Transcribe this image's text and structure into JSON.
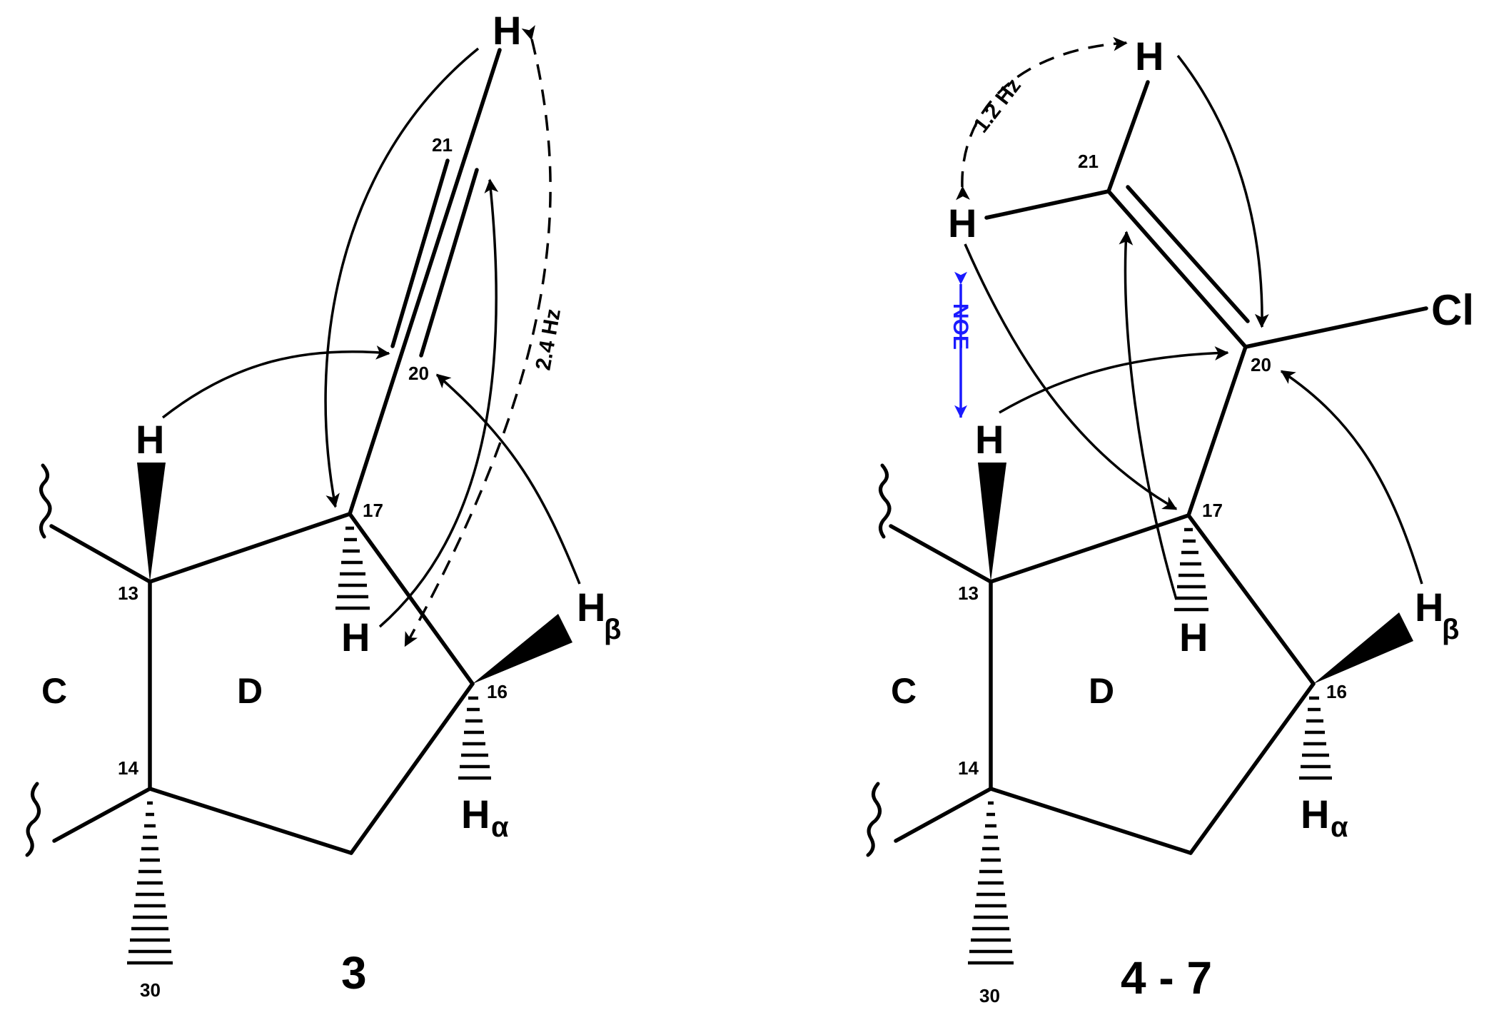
{
  "left_structure": {
    "compound_label": "3",
    "ring_labels": {
      "c": "C",
      "d": "D"
    },
    "atom_numbers": {
      "c13": "13",
      "c14": "14",
      "c16": "16",
      "c17": "17",
      "c20": "20",
      "c21": "21",
      "c30": "30"
    },
    "hydrogens": {
      "h_top": "H",
      "h13": "H",
      "h17": "H",
      "h_beta": "H",
      "h_beta_sub": "β",
      "h_alpha": "H",
      "h_alpha_sub": "α"
    },
    "coupling_label": "2.4 Hz"
  },
  "right_structure": {
    "compound_label": "4 - 7",
    "ring_labels": {
      "c": "C",
      "d": "D"
    },
    "atom_numbers": {
      "c13": "13",
      "c14": "14",
      "c16": "16",
      "c17": "17",
      "c20": "20",
      "c21": "21",
      "c30": "30"
    },
    "hydrogens": {
      "h_top": "H",
      "h21": "H",
      "h13": "H",
      "h17": "H",
      "h_beta": "H",
      "h_beta_sub": "β",
      "h_alpha": "H",
      "h_alpha_sub": "α"
    },
    "chlorine": "Cl",
    "coupling_label": "1.2 Hz",
    "noe_label": "NOE"
  },
  "colors": {
    "ink": "#000000",
    "noe": "#1a1aff",
    "background": "#ffffff"
  }
}
